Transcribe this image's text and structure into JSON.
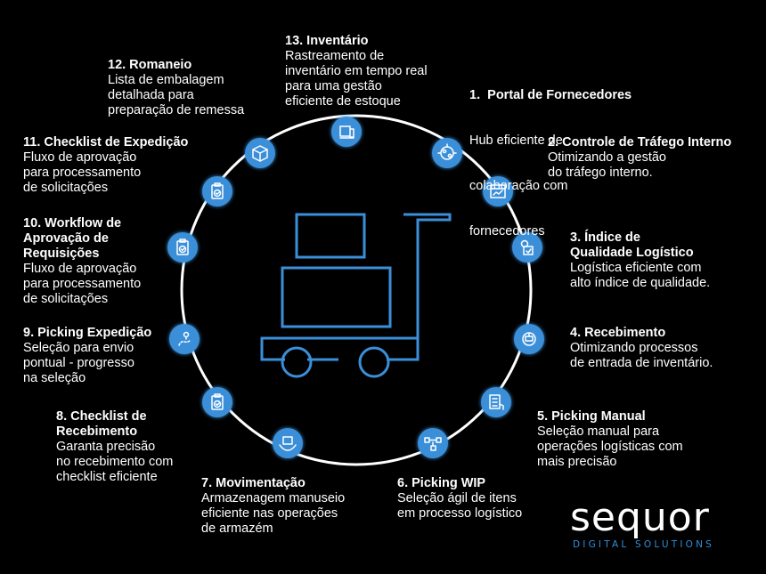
{
  "colors": {
    "accent": "#3a8fd9",
    "background": "#000000",
    "text": "#ffffff",
    "brand": "#2f8fd8"
  },
  "center_icon": "trolley-cart-icon",
  "items": [
    {
      "n": 13,
      "title": "13. Inventário",
      "desc": [
        "Rastreamento de",
        "inventário em tempo real",
        "para uma gestão",
        "eficiente de estoque"
      ],
      "icon": "inventory-box-icon"
    },
    {
      "n": 1,
      "title": "1.  Portal de Fornecedores",
      "desc": [
        "Hub eficiente de",
        "colaboração com",
        "fornecedores"
      ],
      "icon": "supplier-portal-icon"
    },
    {
      "n": 2,
      "title": "2. Controle de Tráfego Interno",
      "desc": [
        "Otimizando a gestão",
        "do tráfego interno."
      ],
      "icon": "traffic-dashboard-icon"
    },
    {
      "n": 3,
      "title": "3. Índice de Qualidade Logístico",
      "title_lines": [
        "3. Índice de",
        "Qualidade Logístico"
      ],
      "desc": [
        "Logística eficiente com",
        "alto índice de qualidade."
      ],
      "icon": "quality-gear-icon"
    },
    {
      "n": 4,
      "title": "4. Recebimento",
      "desc": [
        "Otimizando processos",
        "de entrada de inventário."
      ],
      "icon": "receiving-icon"
    },
    {
      "n": 5,
      "title": "5. Picking Manual",
      "desc": [
        "Seleção manual para",
        "operações logísticas com",
        "mais precisão"
      ],
      "icon": "manual-picking-icon"
    },
    {
      "n": 6,
      "title": "6. Picking WIP",
      "desc": [
        "Seleção ágil de itens",
        "em processo logístico"
      ],
      "icon": "wip-flow-icon"
    },
    {
      "n": 7,
      "title": "7. Movimentação",
      "desc": [
        "Armazenagem manuseio",
        "eficiente nas operações",
        "de armazém"
      ],
      "icon": "hand-box-icon"
    },
    {
      "n": 8,
      "title": "8. Checklist de Recebimento",
      "title_lines": [
        "8. Checklist de",
        "Recebimento"
      ],
      "desc": [
        "Garanta precisão",
        "no recebimento com",
        "checklist eficiente"
      ],
      "icon": "clipboard-check-icon"
    },
    {
      "n": 9,
      "title": "9. Picking Expedição",
      "desc": [
        "Seleção para envio",
        "pontual - progresso",
        "na seleção"
      ],
      "icon": "route-pin-icon"
    },
    {
      "n": 10,
      "title": "10. Workflow de Aprovação de Requisições",
      "title_lines": [
        "10. Workflow de",
        "Aprovação de",
        "Requisições"
      ],
      "desc": [
        "Fluxo de aprovação",
        "para processamento",
        "de solicitações"
      ],
      "icon": "clipboard-check-icon"
    },
    {
      "n": 11,
      "title": "11. Checklist de Expedição",
      "desc": [
        "Fluxo de aprovação",
        "para processamento",
        "de solicitações"
      ],
      "icon": "clipboard-check-icon"
    },
    {
      "n": 12,
      "title": "12. Romaneio",
      "desc": [
        "Lista de embalagem",
        "detalhada para",
        "preparação de remessa"
      ],
      "icon": "package-box-icon"
    }
  ],
  "logo": {
    "word": "sequor",
    "sub": "DIGITAL SOLUTIONS"
  }
}
